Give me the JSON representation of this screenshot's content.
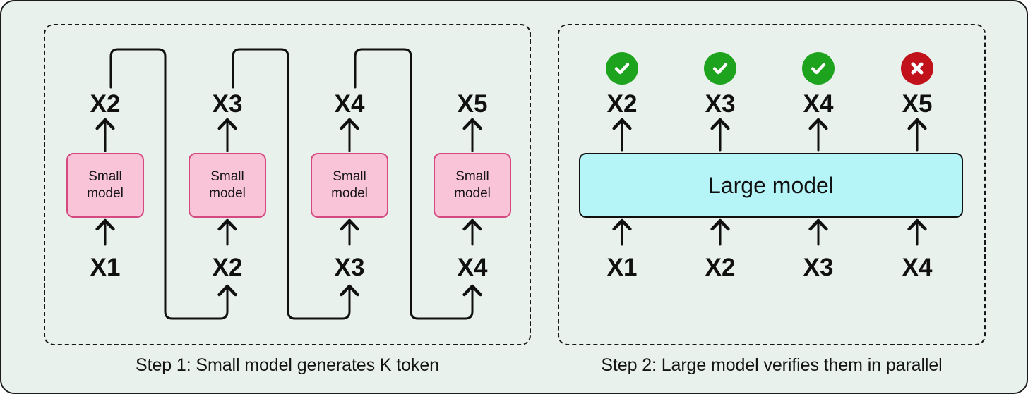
{
  "diagram": {
    "title": "Speculative decoding two-step diagram",
    "background_color": "#e9f1ed",
    "border_color": "#1b1b1b"
  },
  "panels": [
    {
      "id": "step1",
      "caption": "Step 1: Small model generates K token",
      "box_label_line1": "Small",
      "box_label_line2": "model",
      "box_fill": "#f9c3d8",
      "box_stroke": "#d44a80",
      "columns": [
        {
          "input": "X1",
          "output": "X2"
        },
        {
          "input": "X2",
          "output": "X3"
        },
        {
          "input": "X3",
          "output": "X4"
        },
        {
          "input": "X4",
          "output": "X5"
        }
      ]
    },
    {
      "id": "step2",
      "caption": "Step 2: Large model verifies them in parallel",
      "model_label": "Large model",
      "model_fill": "#b5f4f7",
      "model_stroke": "#101010",
      "inputs": [
        "X1",
        "X2",
        "X3",
        "X4"
      ],
      "outputs": [
        {
          "token": "X2",
          "status": "accepted",
          "icon": "check-circle-icon",
          "color": "#1ea31e"
        },
        {
          "token": "X3",
          "status": "accepted",
          "icon": "check-circle-icon",
          "color": "#1ea31e"
        },
        {
          "token": "X4",
          "status": "accepted",
          "icon": "check-circle-icon",
          "color": "#1ea31e"
        },
        {
          "token": "X5",
          "status": "rejected",
          "icon": "cross-circle-icon",
          "color": "#c1121c"
        }
      ]
    }
  ]
}
